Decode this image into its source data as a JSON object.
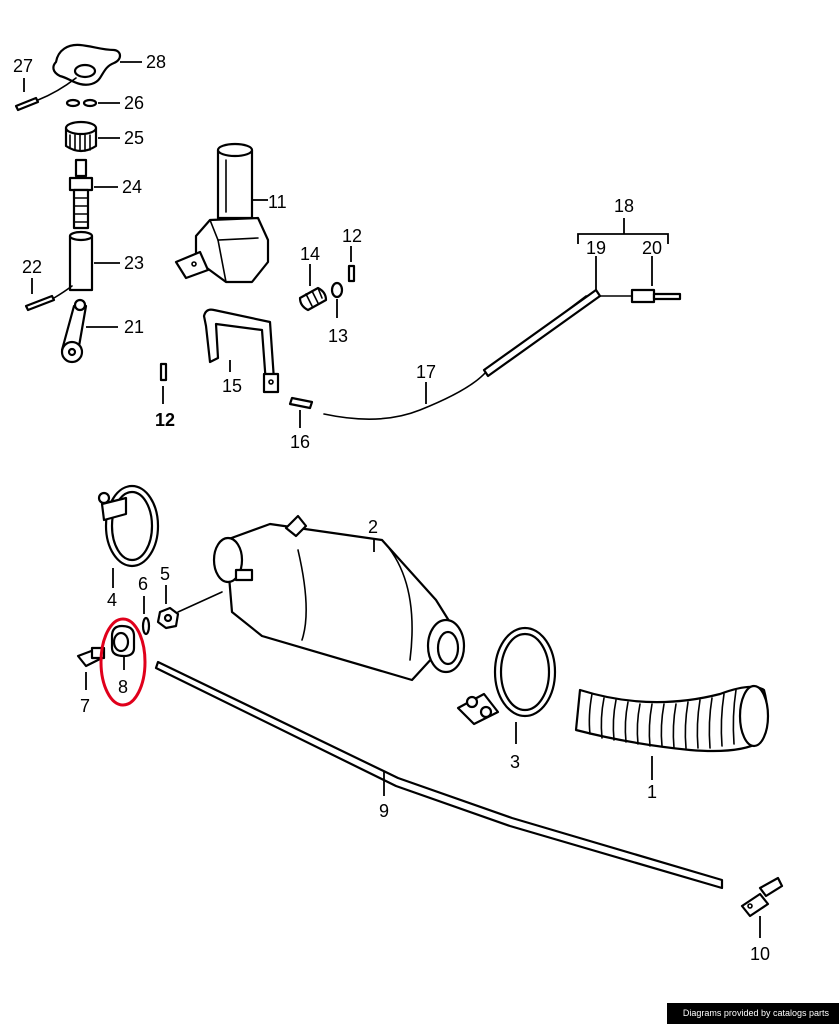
{
  "callouts": {
    "c1": "1",
    "c2": "2",
    "c3": "3",
    "c4": "4",
    "c5": "5",
    "c6": "6",
    "c7": "7",
    "c8": "8",
    "c9": "9",
    "c10": "10",
    "c11": "11",
    "c12a": "12",
    "c12b": "12",
    "c13": "13",
    "c14": "14",
    "c15": "15",
    "c16": "16",
    "c17": "17",
    "c18": "18",
    "c19": "19",
    "c20": "20",
    "c21": "21",
    "c22": "22",
    "c23": "23",
    "c24": "24",
    "c25": "25",
    "c26": "26",
    "c27": "27",
    "c28": "28"
  },
  "highlight": {
    "part": "8",
    "color": "#e0001b"
  },
  "footer": {
    "credit": "Diagrams provided by catalogs parts"
  }
}
